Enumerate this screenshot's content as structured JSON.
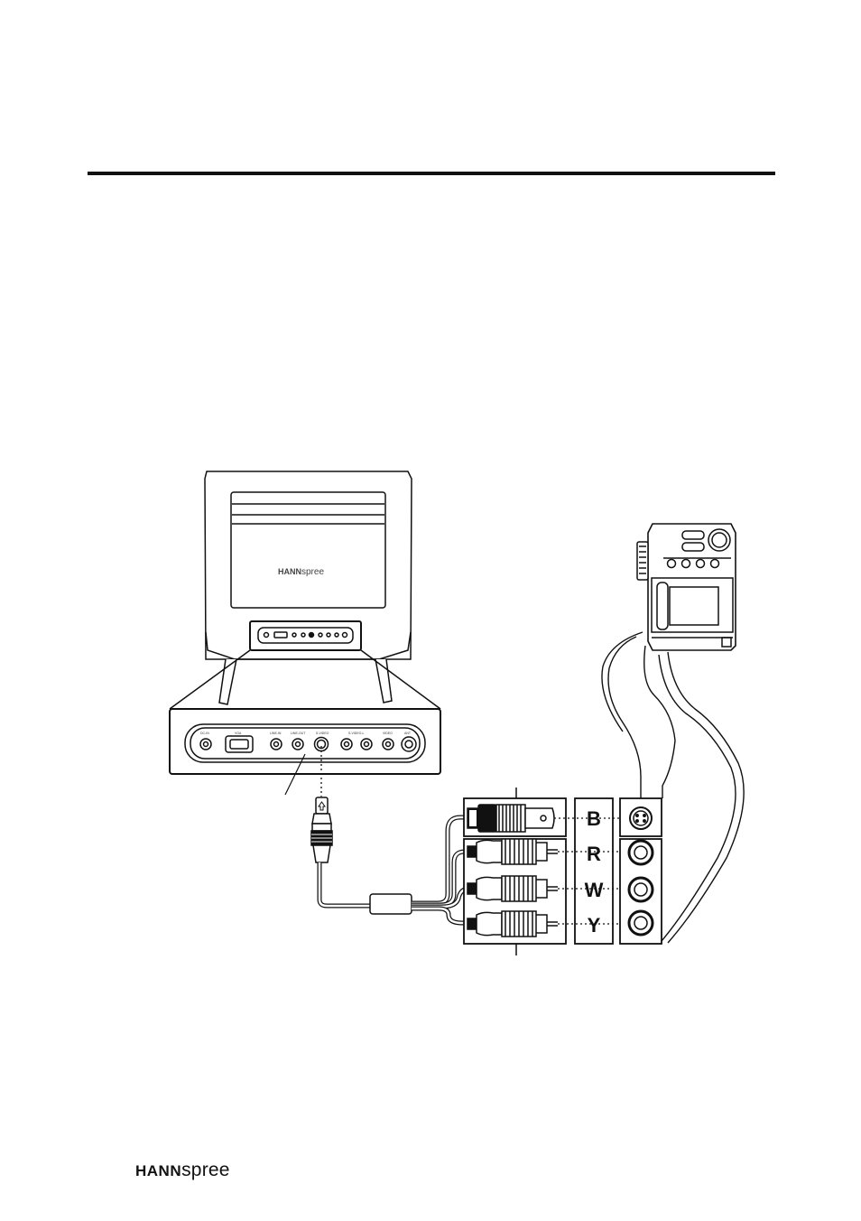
{
  "page": {
    "brand_bold": "HANN",
    "brand_light": "spree"
  },
  "tv": {
    "screen_logo_bold": "HANN",
    "screen_logo_light": "spree",
    "port_labels": [
      "DC-IN",
      "VGA",
      "LINE-IN",
      "LINE-OUT",
      "S-VIDEO",
      "S-VIDEO-L",
      "",
      "VIDEO",
      "ANT"
    ]
  },
  "connectors": {
    "letters": [
      "B",
      "R",
      "W",
      "Y"
    ]
  },
  "colors": {
    "ink": "#111111",
    "paper": "#ffffff"
  }
}
